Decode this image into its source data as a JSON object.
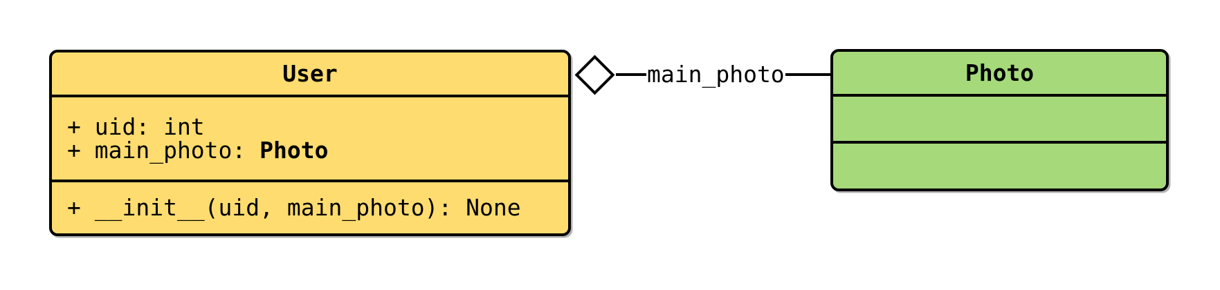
{
  "diagram": {
    "canvas_background": "#ffffff",
    "stroke_color": "#000000",
    "classes": {
      "user": {
        "name": "User",
        "fill": "#fedc6f",
        "attributes": [
          {
            "text": "+ uid: int",
            "type_ref": ""
          },
          {
            "text": "+ main_photo: ",
            "type_ref": "Photo"
          }
        ],
        "methods": [
          {
            "text": "+ __init__(uid, main_photo): None"
          }
        ]
      },
      "photo": {
        "name": "Photo",
        "fill": "#a5d97a",
        "attributes": [],
        "methods": []
      }
    },
    "relationship": {
      "type": "aggregation",
      "diamond_side": "User",
      "diamond_fill": "#ffffff",
      "label": "main_photo"
    }
  }
}
